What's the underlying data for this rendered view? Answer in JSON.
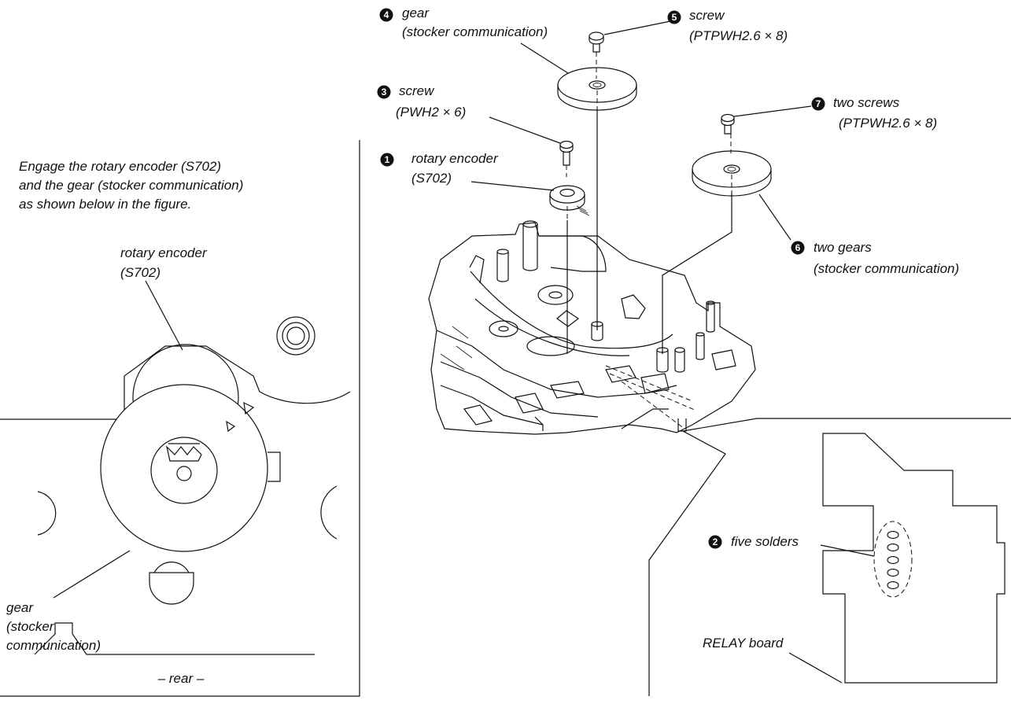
{
  "inset": {
    "instruction": [
      "Engage the rotary encoder (S702)",
      "and the gear (stocker communication)",
      "as shown below in the figure."
    ],
    "encoder_label": [
      "rotary encoder",
      "(S702)"
    ],
    "gear_label": [
      "gear",
      "(stocker",
      "communication)"
    ],
    "rear_label": "– rear –"
  },
  "callouts": [
    {
      "num": "1",
      "lines": [
        "rotary encoder",
        "(S702)"
      ]
    },
    {
      "num": "2",
      "lines": [
        "five solders"
      ]
    },
    {
      "num": "3",
      "lines": [
        "screw",
        "(PWH2 × 6)"
      ]
    },
    {
      "num": "4",
      "lines": [
        "gear",
        "(stocker communication)"
      ]
    },
    {
      "num": "5",
      "lines": [
        "screw",
        "(PTPWH2.6 × 8)"
      ]
    },
    {
      "num": "6",
      "lines": [
        "two gears",
        "(stocker communication)"
      ]
    },
    {
      "num": "7",
      "lines": [
        "two screws",
        "(PTPWH2.6 × 8)"
      ]
    }
  ],
  "relay_label": "RELAY board",
  "colors": {
    "ink": "#111111",
    "paper": "#ffffff"
  }
}
